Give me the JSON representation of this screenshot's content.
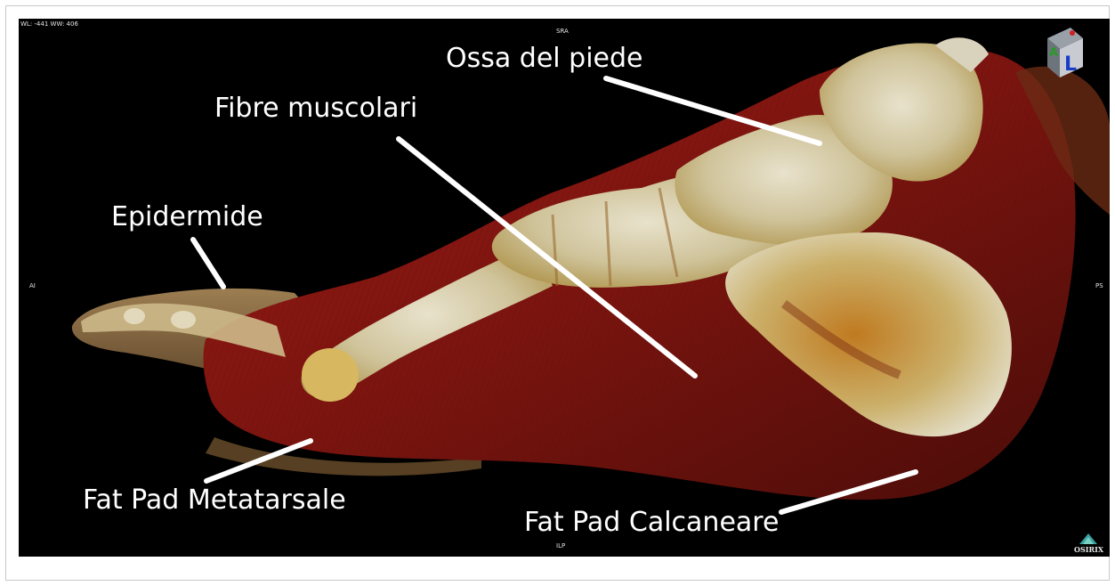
{
  "viewer": {
    "window_level": "WL: -441 WW: 406",
    "orientation_top": "SRA",
    "orientation_bottom": "ILP",
    "orientation_left": "AI",
    "orientation_right": "PS",
    "cube_letter_front": "L",
    "cube_letter_top": "A",
    "logo_text": "OSIRIX"
  },
  "labels": {
    "bones": "Ossa del piede",
    "muscle": "Fibre muscolari",
    "skin": "Epidermide",
    "metatarsal_pad": "Fat Pad Metatarsale",
    "calcaneal_pad": "Fat Pad Calcaneare"
  },
  "colors": {
    "background": "#000000",
    "muscle": "#7a1410",
    "bone": "#d8cfa8",
    "skin": "#a08050",
    "label_text": "#ffffff"
  }
}
